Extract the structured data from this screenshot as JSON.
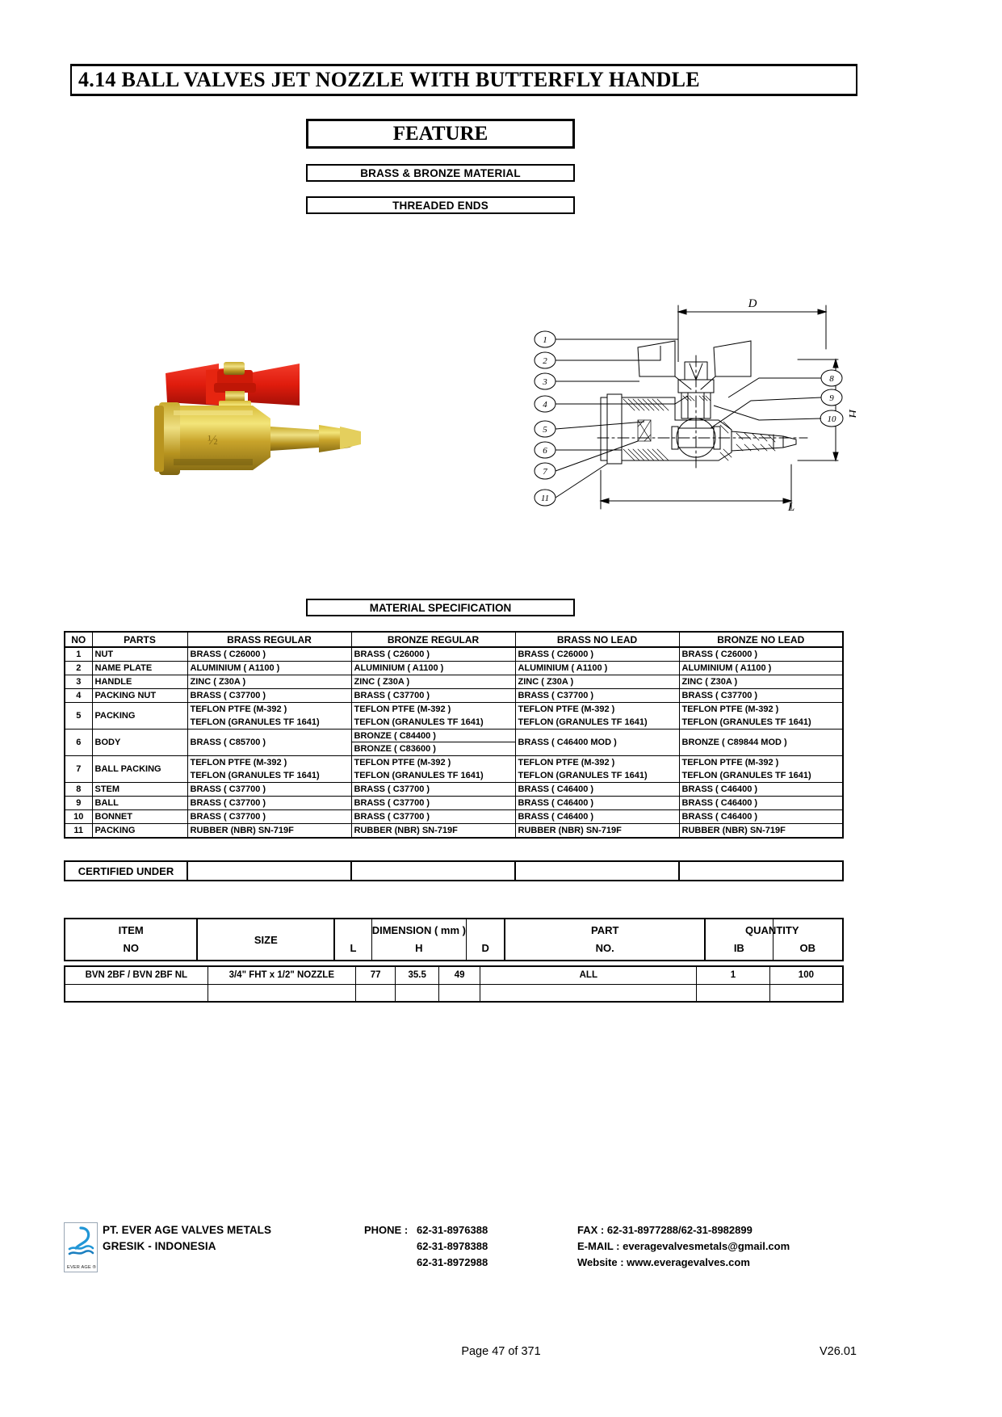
{
  "document": {
    "title": "4.14  BALL VALVES JET NOZZLE WITH BUTTERFLY HANDLE",
    "page_number": "Page 47 of 371",
    "version": "V26.01"
  },
  "feature": {
    "heading": "FEATURE",
    "items": [
      "BRASS & BRONZE MATERIAL",
      "THREADED ENDS"
    ]
  },
  "drawing": {
    "dim_d": "D",
    "dim_h": "H",
    "dim_l": "L",
    "callouts": [
      "1",
      "2",
      "3",
      "4",
      "5",
      "6",
      "7",
      "8",
      "9",
      "10",
      "11"
    ]
  },
  "material_spec": {
    "heading": "MATERIAL SPECIFICATION",
    "columns": [
      "NO",
      "PARTS",
      "BRASS REGULAR",
      "BRONZE REGULAR",
      "BRASS NO LEAD",
      "BRONZE NO LEAD"
    ],
    "rows": [
      {
        "no": "1",
        "part": "NUT",
        "brass_regular": [
          "BRASS ( C26000 )"
        ],
        "bronze_regular": [
          "BRASS ( C26000 )"
        ],
        "brass_no_lead": [
          "BRASS ( C26000 )"
        ],
        "bronze_no_lead": [
          "BRASS ( C26000 )"
        ]
      },
      {
        "no": "2",
        "part": "NAME PLATE",
        "brass_regular": [
          "ALUMINIUM  ( A1100 )"
        ],
        "bronze_regular": [
          "ALUMINIUM  ( A1100 )"
        ],
        "brass_no_lead": [
          "ALUMINIUM  ( A1100 )"
        ],
        "bronze_no_lead": [
          "ALUMINIUM  ( A1100 )"
        ]
      },
      {
        "no": "3",
        "part": "HANDLE",
        "brass_regular": [
          "ZINC ( Z30A )"
        ],
        "bronze_regular": [
          "ZINC ( Z30A )"
        ],
        "brass_no_lead": [
          "ZINC ( Z30A )"
        ],
        "bronze_no_lead": [
          "ZINC ( Z30A )"
        ]
      },
      {
        "no": "4",
        "part": "PACKING NUT",
        "brass_regular": [
          "BRASS ( C37700 )"
        ],
        "bronze_regular": [
          "BRASS ( C37700 )"
        ],
        "brass_no_lead": [
          "BRASS ( C37700 )"
        ],
        "bronze_no_lead": [
          "BRASS ( C37700 )"
        ]
      },
      {
        "no": "5",
        "part": "PACKING",
        "brass_regular": [
          "TEFLON PTFE (M-392 )",
          "TEFLON (GRANULES TF 1641)"
        ],
        "bronze_regular": [
          "TEFLON PTFE (M-392 )",
          "TEFLON (GRANULES TF 1641)"
        ],
        "brass_no_lead": [
          "TEFLON PTFE (M-392 )",
          "TEFLON (GRANULES TF 1641)"
        ],
        "bronze_no_lead": [
          "TEFLON PTFE (M-392 )",
          "TEFLON (GRANULES TF 1641)"
        ]
      },
      {
        "no": "6",
        "part": "BODY",
        "brass_regular": [
          "BRASS ( C85700 )"
        ],
        "bronze_regular": [
          "BRONZE ( C84400 )",
          "BRONZE ( C83600 )"
        ],
        "brass_no_lead": [
          "BRASS ( C46400 MOD )"
        ],
        "bronze_no_lead": [
          "BRONZE ( C89844 MOD )"
        ]
      },
      {
        "no": "7",
        "part": "BALL PACKING",
        "brass_regular": [
          "TEFLON PTFE (M-392 )",
          "TEFLON (GRANULES TF 1641)"
        ],
        "bronze_regular": [
          "TEFLON PTFE (M-392 )",
          "TEFLON (GRANULES TF 1641)"
        ],
        "brass_no_lead": [
          "TEFLON PTFE (M-392 )",
          "TEFLON (GRANULES TF 1641)"
        ],
        "bronze_no_lead": [
          "TEFLON PTFE (M-392 )",
          "TEFLON (GRANULES TF 1641)"
        ]
      },
      {
        "no": "8",
        "part": "STEM",
        "brass_regular": [
          "BRASS ( C37700 )"
        ],
        "bronze_regular": [
          "BRASS ( C37700 )"
        ],
        "brass_no_lead": [
          "BRASS ( C46400 )"
        ],
        "bronze_no_lead": [
          "BRASS ( C46400 )"
        ]
      },
      {
        "no": "9",
        "part": "BALL",
        "brass_regular": [
          "BRASS ( C37700 )"
        ],
        "bronze_regular": [
          "BRASS ( C37700 )"
        ],
        "brass_no_lead": [
          "BRASS ( C46400 )"
        ],
        "bronze_no_lead": [
          "BRASS ( C46400 )"
        ]
      },
      {
        "no": "10",
        "part": "BONNET",
        "brass_regular": [
          "BRASS ( C37700 )"
        ],
        "bronze_regular": [
          "BRASS ( C37700 )"
        ],
        "brass_no_lead": [
          "BRASS ( C46400 )"
        ],
        "bronze_no_lead": [
          "BRASS ( C46400 )"
        ]
      },
      {
        "no": "11",
        "part": "PACKING",
        "brass_regular": [
          "RUBBER (NBR) SN-719F"
        ],
        "bronze_regular": [
          "RUBBER (NBR) SN-719F"
        ],
        "brass_no_lead": [
          "RUBBER (NBR) SN-719F"
        ],
        "bronze_no_lead": [
          "RUBBER (NBR) SN-719F"
        ]
      }
    ],
    "certified_under": {
      "label": "CERTIFIED UNDER",
      "values": [
        "",
        "",
        "",
        ""
      ]
    }
  },
  "dimension_table": {
    "headers": {
      "item_line1": "ITEM",
      "item_line2": "NO",
      "size": "SIZE",
      "dimension": "DIMENSION ( mm )",
      "l": "L",
      "h": "H",
      "d": "D",
      "part_line1": "PART",
      "part_line2": "NO.",
      "quantity": "QUANTITY",
      "ib": "IB",
      "ob": "OB"
    },
    "rows": [
      {
        "item_no": "BVN 2BF / BVN 2BF NL",
        "size": "3/4\" FHT x 1/2\" NOZZLE",
        "l": "77",
        "h": "35.5",
        "d": "49",
        "part_no": "ALL",
        "ib": "1",
        "ob": "100"
      },
      {
        "item_no": "",
        "size": "",
        "l": "",
        "h": "",
        "d": "",
        "part_no": "",
        "ib": "",
        "ob": ""
      }
    ]
  },
  "footer": {
    "logo_caption": "EVER AGE ®",
    "company_name": "PT. EVER AGE VALVES METALS",
    "company_location": "GRESIK - INDONESIA",
    "phone_label": "PHONE :",
    "phone_1": "62-31-8976388",
    "phone_2": "62-31-8978388",
    "phone_3": "62-31-8972988",
    "fax": "FAX  : 62-31-8977288/62-31-8982899",
    "email": "E-MAIL  : everagevalvesmetals@gmail.com",
    "website": "Website  : www.everagevalves.com"
  }
}
